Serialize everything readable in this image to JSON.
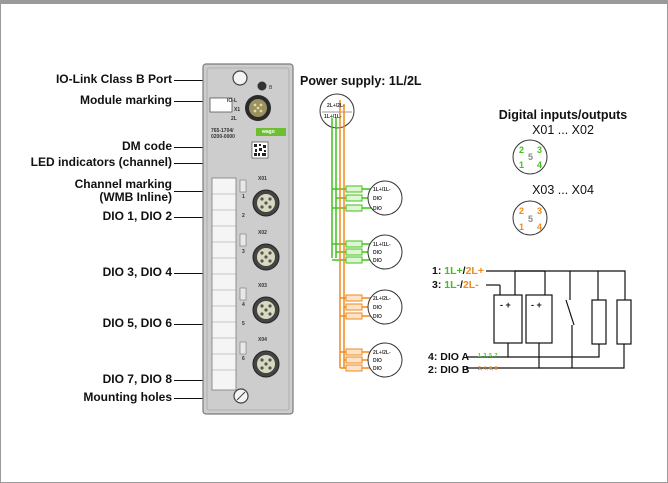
{
  "callouts": {
    "io_link_port": "IO-Link Class B Port",
    "module_marking": "Module marking",
    "dm_code": "DM code",
    "led_indicators": "LED indicators (channel)",
    "channel_marking_1": "Channel marking",
    "channel_marking_2": "(WMB Inline)",
    "dio12": "DIO 1, DIO 2",
    "dio34": "DIO 3, DIO 4",
    "dio56": "DIO 5, DIO 6",
    "dio78": "DIO 7, DIO 8",
    "mounting_holes": "Mounting holes"
  },
  "module": {
    "port_labels": [
      "IO-L",
      "X1",
      "2L"
    ],
    "article": "765-1704/",
    "article2": "0200-0000",
    "brand": "wago",
    "sockets": [
      "X01",
      "X02",
      "X03",
      "X04"
    ],
    "led_numbers": [
      "1",
      "2",
      "3",
      "4",
      "5",
      "6"
    ]
  },
  "power_supply": {
    "title": "Power supply: 1L/2L",
    "top_connector": [
      "2L+/2L-",
      "1L+/1L-"
    ],
    "green_group": [
      "1L+/1L-",
      "DIO",
      "DIO"
    ],
    "orange_group": [
      "2L+/2L-",
      "DIO",
      "DIO"
    ]
  },
  "digital_io": {
    "title": "Digital inputs/outputs",
    "sub1": "X01 ... X02",
    "sub2": "X03 ... X04",
    "pins_a": [
      "2",
      "3",
      "1",
      "4",
      "5"
    ],
    "pins_b": [
      "2",
      "3",
      "1",
      "4",
      "5"
    ],
    "leg1_prefix": "1: ",
    "leg1_a": "1L+",
    "leg1_b": "/",
    "leg1_c": "2L+",
    "leg3_prefix": "3: ",
    "leg3_a": "1L-",
    "leg3_b": "/",
    "leg3_c": "2L-",
    "leg4": "4: DIO A",
    "leg4_small": "1, 3, 5, 7",
    "leg2": "2: DIO B",
    "leg2_small": "2, 4, 6, 8",
    "plusminus": "- +"
  },
  "colors": {
    "green": "#3fc21b",
    "orange": "#f08a1c",
    "housing": "#c9c9c9",
    "frame": "#9a9a9a"
  }
}
